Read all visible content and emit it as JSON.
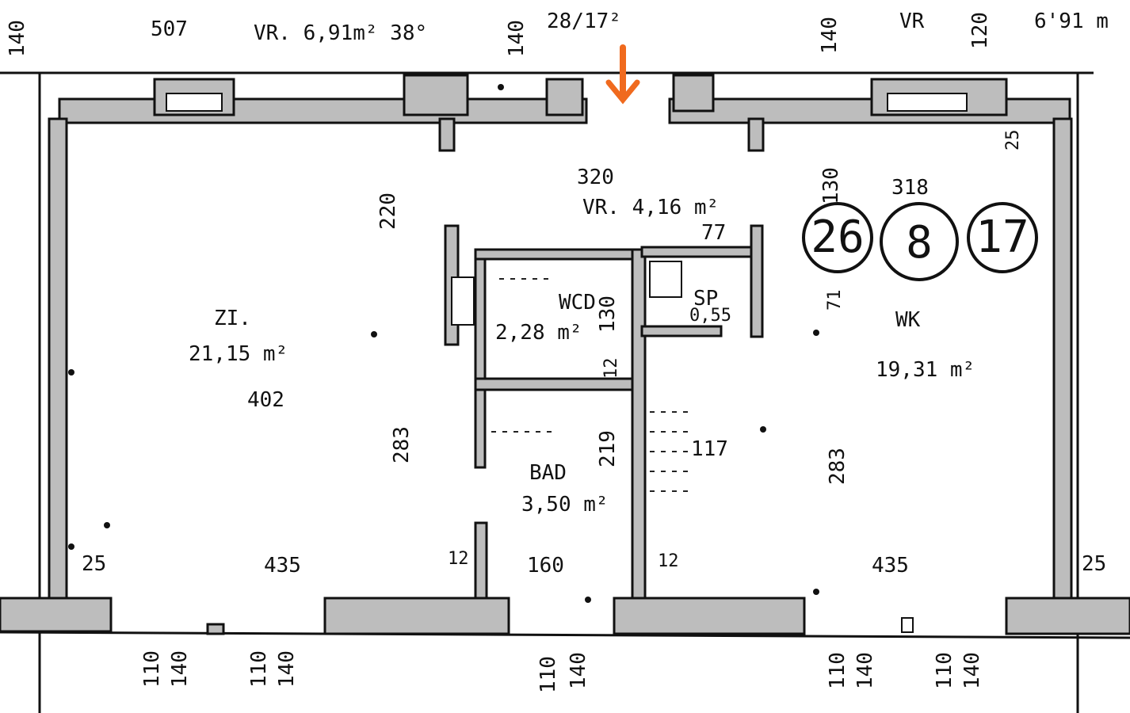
{
  "plan": {
    "top_dims": {
      "d1": "140",
      "d2": "507",
      "vr_left": "VR. 6,91m² 38°",
      "d3": "140",
      "d4": "28/17²",
      "d5": "140",
      "vr_right": "VR",
      "d6": "120",
      "d7": "6'91 m"
    },
    "rooms": {
      "hall": {
        "dim": "320",
        "label": "VR. 4,16 m²"
      },
      "zi": {
        "label": "ZI.",
        "area": "21,15 m²",
        "dim": "402"
      },
      "wc": {
        "label": "WCD",
        "area": "2,28 m²"
      },
      "sp": {
        "label": "SP",
        "area": "0,55"
      },
      "bad": {
        "label": "BAD",
        "area": "3,50 m²"
      },
      "wk": {
        "label": "WK",
        "area": "19,31 m²",
        "dim": "318"
      }
    },
    "badges": [
      "26",
      "8",
      "17"
    ],
    "inner_dims": {
      "a": "220",
      "b": "130",
      "c": "77",
      "d": "130",
      "e": "12",
      "f": "283",
      "g": "71",
      "h": "283",
      "i": "219",
      "j": "117",
      "k": "25",
      "l": "435",
      "m": "12",
      "n": "160",
      "o": "12",
      "p": "435",
      "q": "25",
      "r": "25"
    },
    "bottom_dims": [
      {
        "a": "110",
        "b": "140"
      },
      {
        "a": "110",
        "b": "140"
      },
      {
        "a": "110",
        "b": "140"
      },
      {
        "a": "110",
        "b": "140"
      },
      {
        "a": "110",
        "b": "140"
      }
    ],
    "colors": {
      "arrow": "#f06a1e",
      "wall": "#bdbdbd",
      "ink": "#111111"
    }
  }
}
